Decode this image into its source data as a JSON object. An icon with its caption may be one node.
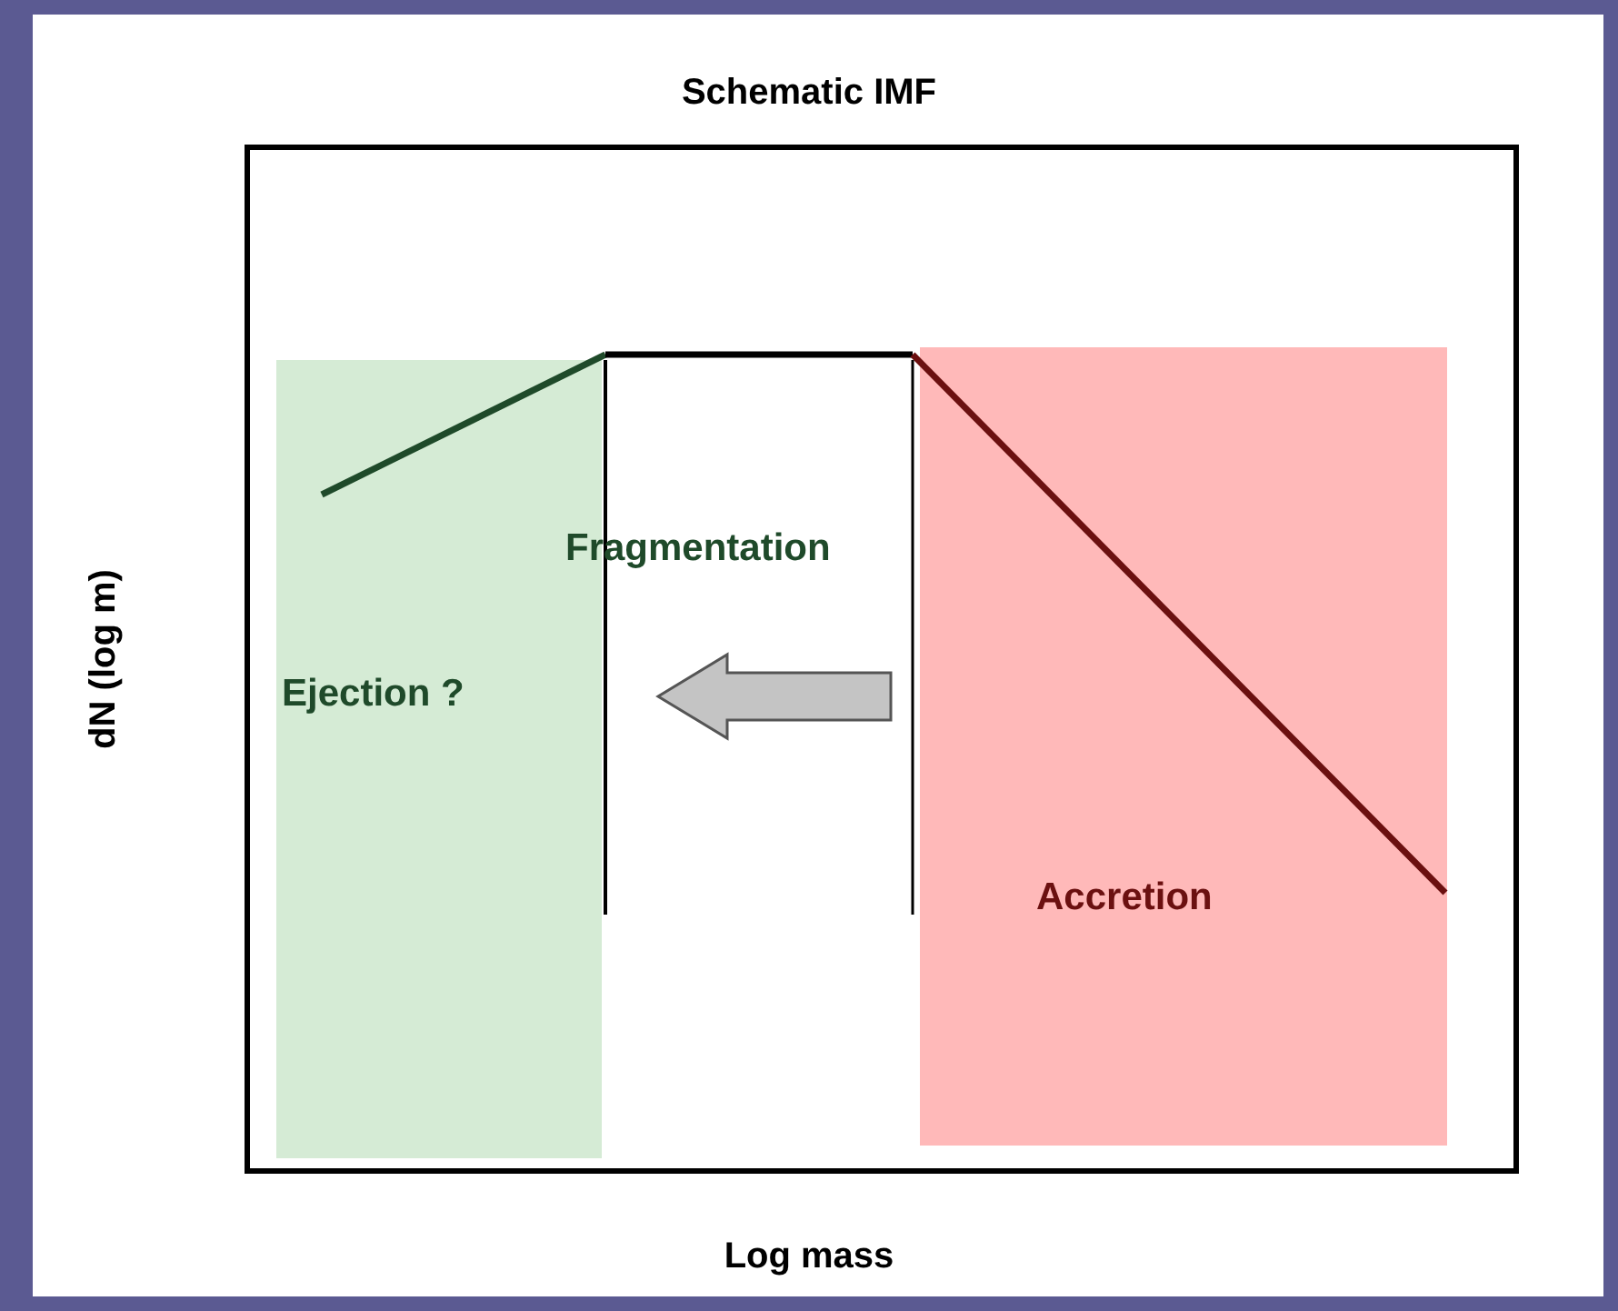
{
  "diagram": {
    "title": "Schematic IMF",
    "nodes": [
      {
        "text": [
          "Ejection ?"
        ]
      },
      {
        "text": [
          "Accretion"
        ]
      }
    ],
    "labels": [
      "Fragmentation",
      "dN (log m)",
      "Log mass"
    ]
  }
}
